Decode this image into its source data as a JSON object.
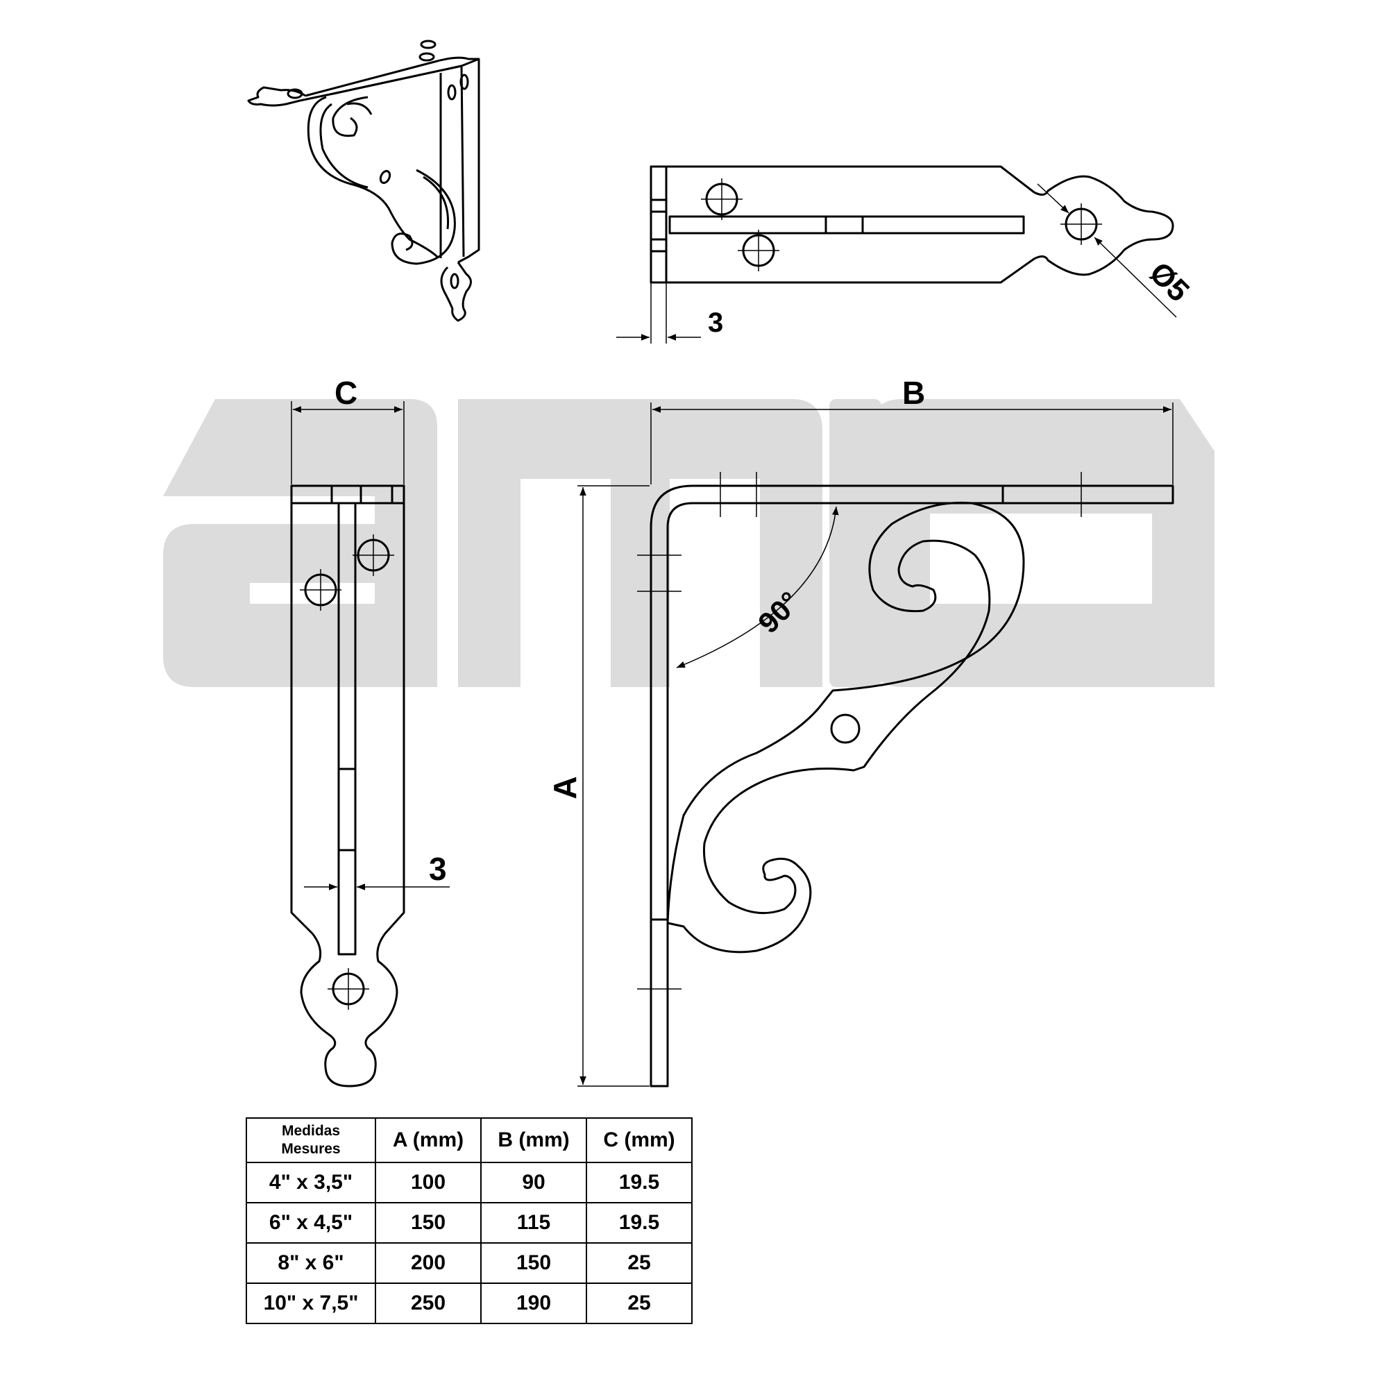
{
  "watermark": {
    "color": "#dcdcdc",
    "text": "amig"
  },
  "line_color": "#000000",
  "labels": {
    "top_thickness": "3",
    "hole_diameter": "Ø5",
    "dim_c": "C",
    "dim_b": "B",
    "dim_a": "A",
    "angle": "90°",
    "side_thickness": "3"
  },
  "table": {
    "header_line1": "Medidas",
    "header_line2": "Mesures",
    "columns": [
      "A (mm)",
      "B (mm)",
      "C (mm)"
    ],
    "rows": [
      {
        "size": "4\" x 3,5\"",
        "a": "100",
        "b": "90",
        "c": "19.5"
      },
      {
        "size": "6\" x 4,5\"",
        "a": "150",
        "b": "115",
        "c": "19.5"
      },
      {
        "size": "8\" x 6\"",
        "a": "200",
        "b": "150",
        "c": "25"
      },
      {
        "size": "10\" x 7,5\"",
        "a": "250",
        "b": "190",
        "c": "25"
      }
    ]
  }
}
